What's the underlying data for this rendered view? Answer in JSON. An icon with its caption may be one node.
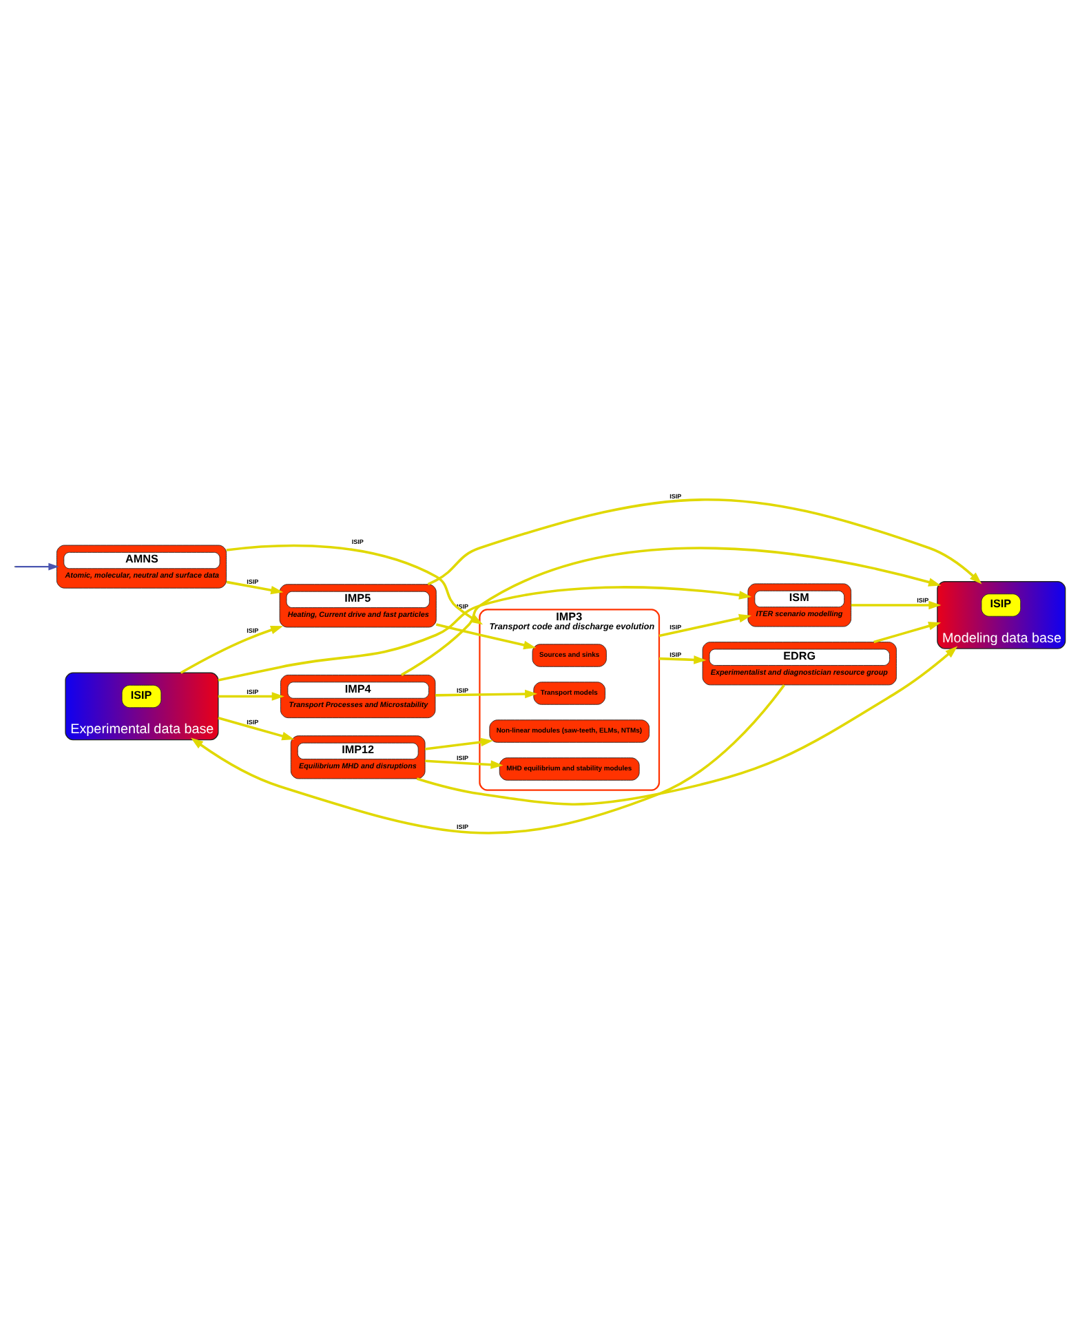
{
  "diagram": {
    "nodes": [
      {
        "text": [
          "Experimental data base"
        ]
      },
      {
        "text": [
          "ISIP"
        ],
        "in": 0
      },
      {
        "text": [
          "Modeling data base"
        ]
      },
      {
        "text": [
          "ISIP"
        ],
        "in": 2
      },
      {
        "text": [
          "ISM",
          "ITER scenario modelling"
        ]
      },
      {
        "text": [
          "EDRG",
          "Experimentalist and diagnostician resource group"
        ]
      },
      {
        "text": [
          "AMNS",
          "Atomic, molecular, neutral and surface data"
        ]
      },
      {
        "text": [
          "IMP5",
          "Heating, Current drive and fast particles"
        ]
      },
      {
        "text": [
          "IMP4",
          "Transport Processes and Microstability"
        ]
      },
      {
        "text": [
          "IMP12",
          "Equilibrium MHD and disruptions"
        ]
      },
      {
        "text": [
          "IMP3",
          "Transport code and discharge evolution"
        ]
      },
      {
        "text": [
          "Sources and sinks"
        ],
        "in": 10
      },
      {
        "text": [
          "Transport models"
        ],
        "in": 10
      },
      {
        "text": [
          "Non-linear modules (saw-teeth, ELMs, NTMs)"
        ],
        "in": 10
      },
      {
        "text": [
          "MHD equilibrium and stability modules"
        ],
        "in": 10
      }
    ],
    "edges": [
      {
        "from": 0,
        "to": 4,
        "arrow": "to",
        "label": "ISIP"
      },
      {
        "from": 4,
        "to": 2,
        "arrow": "to",
        "label": "ISIP"
      },
      {
        "from": 5,
        "to": 0,
        "arrow": "to",
        "label": "ISIP"
      },
      {
        "from": 5,
        "to": 2,
        "arrow": "to"
      },
      {
        "from": 10,
        "to": 5,
        "arrow": "to",
        "label": "ISIP"
      },
      {
        "from": 10,
        "to": 4,
        "arrow": "to",
        "label": "ISIP"
      },
      {
        "from": 6,
        "to": 10,
        "arrow": "to",
        "label": "ISIP"
      },
      {
        "from": 6,
        "to": 7,
        "arrow": "to",
        "label": "ISIP"
      },
      {
        "from": 0,
        "to": 7,
        "arrow": "to",
        "label": "ISIP"
      },
      {
        "from": 0,
        "to": 8,
        "arrow": "to",
        "label": "ISIP"
      },
      {
        "from": 0,
        "to": 9,
        "arrow": "to",
        "label": "ISIP"
      },
      {
        "from": 7,
        "to": 2,
        "arrow": "to",
        "label": "ISIP"
      },
      {
        "from": 7,
        "to": 11,
        "arrow": "to"
      },
      {
        "from": 8,
        "to": 12,
        "arrow": "to",
        "label": "ISIP"
      },
      {
        "from": 8,
        "to": 2,
        "arrow": "to"
      },
      {
        "from": 9,
        "to": 14,
        "arrow": "to",
        "label": "ISIP"
      },
      {
        "from": 9,
        "to": 13,
        "arrow": "to"
      },
      {
        "from": 9,
        "to": 2,
        "arrow": "to"
      },
      {
        "from": null,
        "to": 6,
        "arrow": "to",
        "color": "#4a55b0"
      }
    ]
  }
}
